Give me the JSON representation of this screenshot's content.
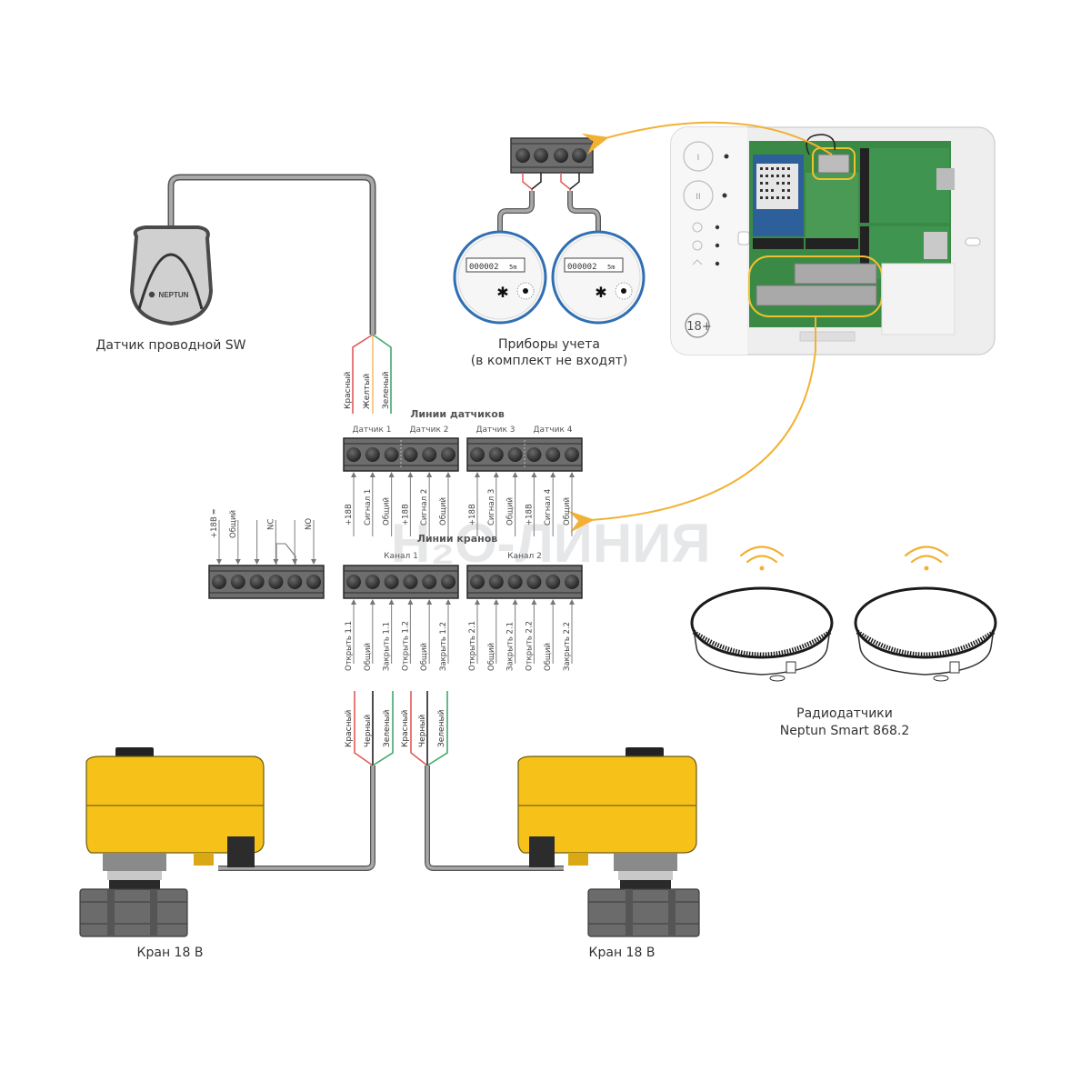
{
  "colors": {
    "arrow": "#f2b134",
    "wire_red": "#e25a5a",
    "wire_yellow": "#f2c26a",
    "wire_green": "#3fa96b",
    "wire_black": "#222222",
    "cable": "#8e8e8e",
    "terminal_body": "#6d6d6d",
    "valve_actuator": "#f6c21a",
    "valve_body": "#6b6b6b",
    "meter_ring": "#2f6fb3",
    "pcb": "#3a8a45",
    "highlight": "#f0c030"
  },
  "watermark": "H₂O-ЛИНИЯ",
  "wired_sensor": {
    "brand": "NEPTUN",
    "caption": "Датчик проводной SW",
    "wires": [
      "Красный",
      "Желтый",
      "Зеленый"
    ]
  },
  "meters": {
    "reading": "000002",
    "reading_suffix": "5m",
    "caption_line1": "Приборы учета",
    "caption_line2": "(в комплект не входят)"
  },
  "controller": {
    "button1": "I",
    "button2": "II",
    "age_badge": "18+"
  },
  "sensor_lines": {
    "title": "Линии датчиков",
    "blocks": [
      {
        "labels": [
          "Датчик 1",
          "Датчик 2"
        ],
        "pins": [
          "+18В",
          "Сигнал 1",
          "Общий",
          "+18В",
          "Сигнал 2",
          "Общий"
        ]
      },
      {
        "labels": [
          "Датчик 3",
          "Датчик 4"
        ],
        "pins": [
          "+18В",
          "Сигнал 3",
          "Общий",
          "+18В",
          "Сигнал 4",
          "Общий"
        ]
      }
    ]
  },
  "relay_block": {
    "pins": [
      "+18В ═",
      "Общий",
      "",
      "NC",
      "",
      "NO"
    ]
  },
  "valve_lines": {
    "title": "Линии кранов",
    "blocks": [
      {
        "label": "Канал 1",
        "pins": [
          "Открыть 1.1",
          "Общий",
          "Закрыть 1.1",
          "Открыть 1.2",
          "Общий",
          "Закрыть 1.2"
        ]
      },
      {
        "label": "Канал 2",
        "pins": [
          "Открыть 2.1",
          "Общий",
          "Закрыть 2.1",
          "Открыть 2.2",
          "Общий",
          "Закрыть 2.2"
        ]
      }
    ],
    "wires": [
      "Красный",
      "Черный",
      "Зеленый"
    ]
  },
  "valves": [
    {
      "caption": "Кран 18 В"
    },
    {
      "caption": "Кран 18 В"
    }
  ],
  "radio_sensors": {
    "caption_line1": "Радиодатчики",
    "caption_line2": "Neptun Smart 868.2"
  }
}
